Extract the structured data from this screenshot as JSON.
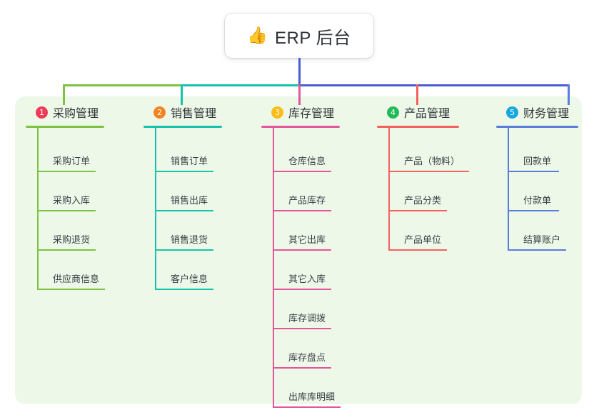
{
  "root": {
    "icon": "thumbs-up-icon",
    "icon_glyph": "👍",
    "title": "ERP 后台"
  },
  "colors": {
    "panel_bg": "#eef8e9",
    "page_bg": "#ffffff",
    "card_bg": "#ffffff",
    "text": "#2f3338",
    "trunk": "#4a5ccf",
    "col1": "#7dc242",
    "col2": "#17c3aa",
    "col3": "#e4559b",
    "col4": "#f4625f",
    "col5": "#5b7ddb",
    "badge1": "#ef3b5b",
    "badge2": "#f58220",
    "badge3": "#f9bc19",
    "badge4": "#22bb5b",
    "badge5": "#17a8e0"
  },
  "columns": [
    {
      "index": "1",
      "badge_color": "#ef3b5b",
      "line_color": "#7dc242",
      "title": "采购管理",
      "items": [
        {
          "label": "采购订单",
          "rule_width": 82
        },
        {
          "label": "采购入库",
          "rule_width": 82
        },
        {
          "label": "采购退货",
          "rule_width": 82
        },
        {
          "label": "供应商信息",
          "rule_width": 95
        }
      ]
    },
    {
      "index": "2",
      "badge_color": "#f58220",
      "line_color": "#17c3aa",
      "title": "销售管理",
      "items": [
        {
          "label": "销售订单",
          "rule_width": 82
        },
        {
          "label": "销售出库",
          "rule_width": 82
        },
        {
          "label": "销售退货",
          "rule_width": 82
        },
        {
          "label": "客户信息",
          "rule_width": 82
        }
      ]
    },
    {
      "index": "3",
      "badge_color": "#f9bc19",
      "line_color": "#e4559b",
      "title": "库存管理",
      "items": [
        {
          "label": "仓库信息",
          "rule_width": 82
        },
        {
          "label": "产品库存",
          "rule_width": 82
        },
        {
          "label": "其它出库",
          "rule_width": 82
        },
        {
          "label": "其它入库",
          "rule_width": 82
        },
        {
          "label": "库存调拨",
          "rule_width": 82
        },
        {
          "label": "库存盘点",
          "rule_width": 82
        },
        {
          "label": "出库库明细",
          "rule_width": 95
        }
      ]
    },
    {
      "index": "4",
      "badge_color": "#22bb5b",
      "line_color": "#f4625f",
      "title": "产品管理",
      "items": [
        {
          "label": "产品（物料）",
          "rule_width": 113
        },
        {
          "label": "产品分类",
          "rule_width": 82
        },
        {
          "label": "产品单位",
          "rule_width": 82
        }
      ]
    },
    {
      "index": "5",
      "badge_color": "#17a8e0",
      "line_color": "#5b7ddb",
      "title": "财务管理",
      "items": [
        {
          "label": "回款单",
          "rule_width": 72
        },
        {
          "label": "付款单",
          "rule_width": 72
        },
        {
          "label": "结算账户",
          "rule_width": 82
        }
      ]
    }
  ]
}
